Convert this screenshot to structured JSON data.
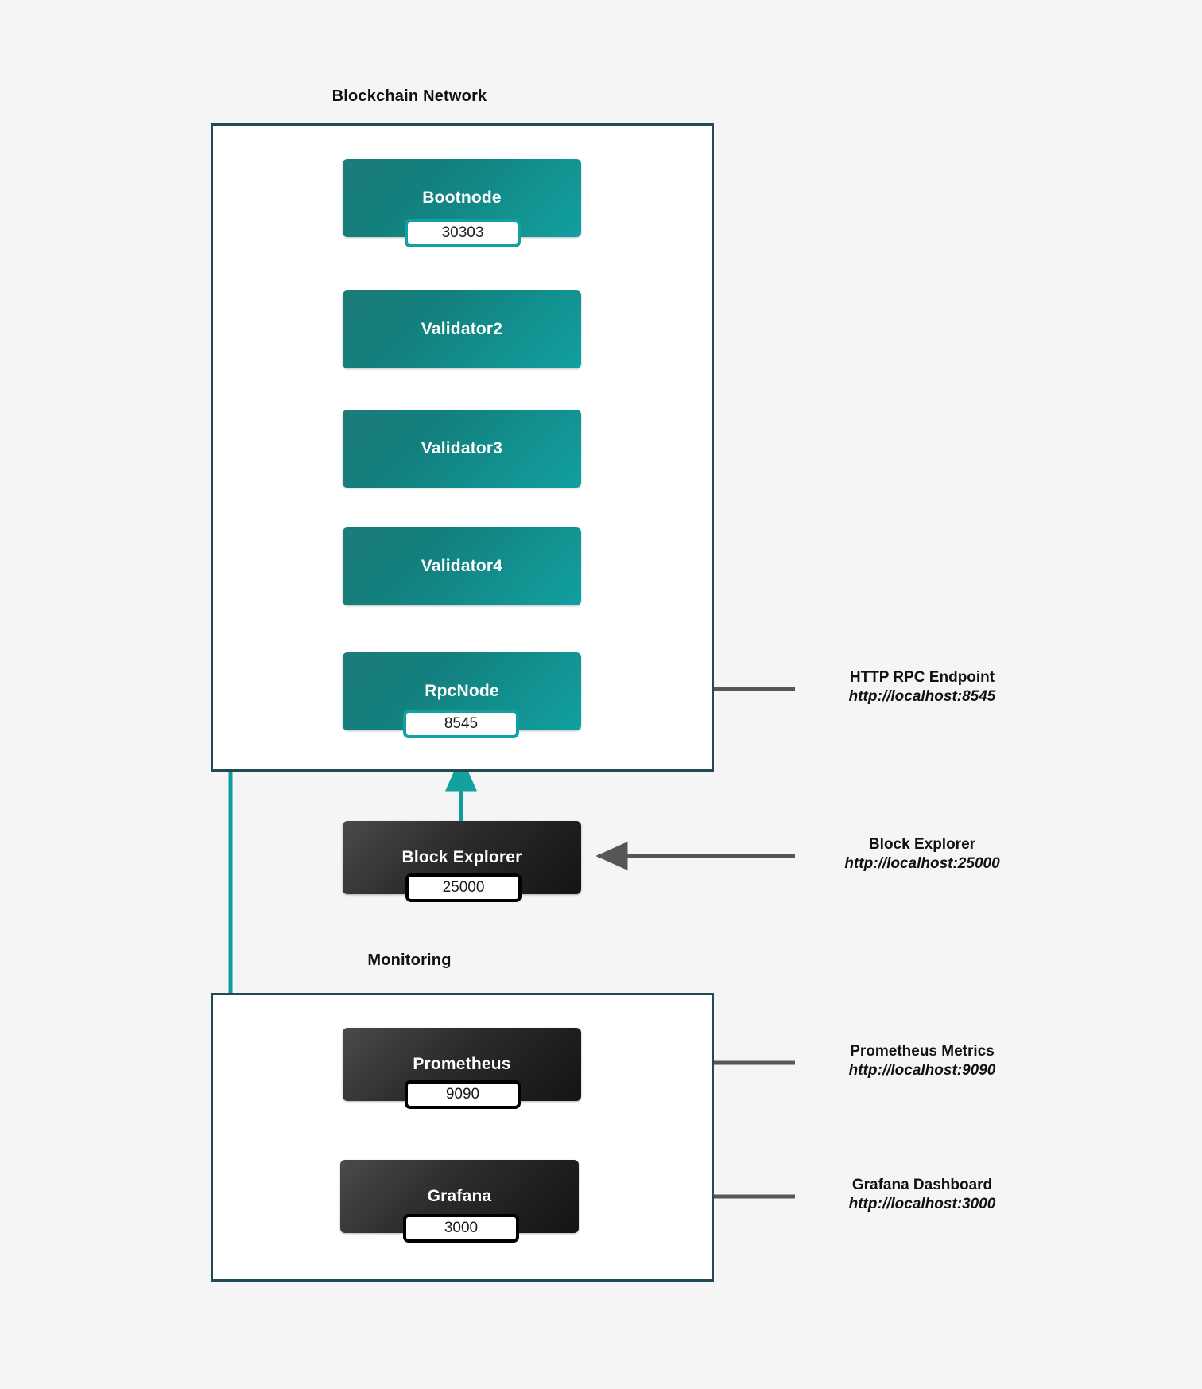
{
  "diagram": {
    "background_color": "#f5f5f5",
    "accent_teal": "#12a0a0",
    "frame_color": "#214A52",
    "annotation_arrow_color": "#565656",
    "peer_link_color": "#565656"
  },
  "clusters": [
    {
      "id": "blockchain",
      "title": "Blockchain Network"
    },
    {
      "id": "monitoring",
      "title": "Monitoring"
    }
  ],
  "nodes": [
    {
      "id": "bootnode",
      "label": "Bootnode",
      "port": "30303",
      "style": "teal"
    },
    {
      "id": "validator2",
      "label": "Validator2",
      "port": "",
      "style": "teal"
    },
    {
      "id": "validator3",
      "label": "Validator3",
      "port": "",
      "style": "teal"
    },
    {
      "id": "validator4",
      "label": "Validator4",
      "port": "",
      "style": "teal"
    },
    {
      "id": "rpcnode",
      "label": "RpcNode",
      "port": "8545",
      "style": "teal"
    },
    {
      "id": "block_explorer",
      "label": "Block Explorer",
      "port": "25000",
      "style": "dark"
    },
    {
      "id": "prometheus",
      "label": "Prometheus",
      "port": "9090",
      "style": "dark"
    },
    {
      "id": "grafana",
      "label": "Grafana",
      "port": "3000",
      "style": "dark"
    }
  ],
  "annotations": [
    {
      "id": "rpc_endpoint",
      "title": "HTTP RPC Endpoint",
      "url": "http://localhost:8545"
    },
    {
      "id": "block_explorer",
      "title": "Block Explorer",
      "url": "http://localhost:25000"
    },
    {
      "id": "prometheus",
      "title": "Prometheus Metrics",
      "url": "http://localhost:9090"
    },
    {
      "id": "grafana",
      "title": "Grafana Dashboard",
      "url": "http://localhost:3000"
    }
  ]
}
